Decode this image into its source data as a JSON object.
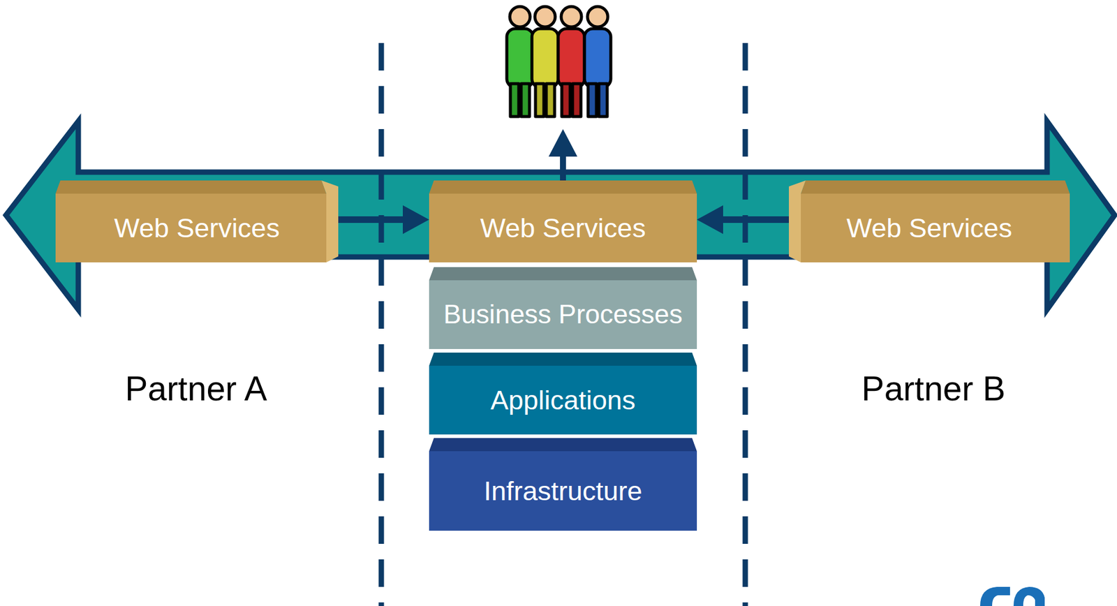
{
  "diagram": {
    "nodes": [
      {
        "text": [
          "Web Services"
        ]
      },
      {
        "text": [
          "Web Services"
        ]
      },
      {
        "text": [
          "Web Services"
        ]
      },
      {
        "text": [
          "Business Processes"
        ]
      },
      {
        "text": [
          "Applications"
        ]
      },
      {
        "text": [
          "Infrastructure"
        ]
      }
    ],
    "edges": [
      {
        "from": 0,
        "to": 1,
        "arrow": "to"
      },
      {
        "from": 2,
        "to": 1,
        "arrow": "to"
      }
    ],
    "labels": [
      "Partner A",
      "Partner B"
    ]
  }
}
